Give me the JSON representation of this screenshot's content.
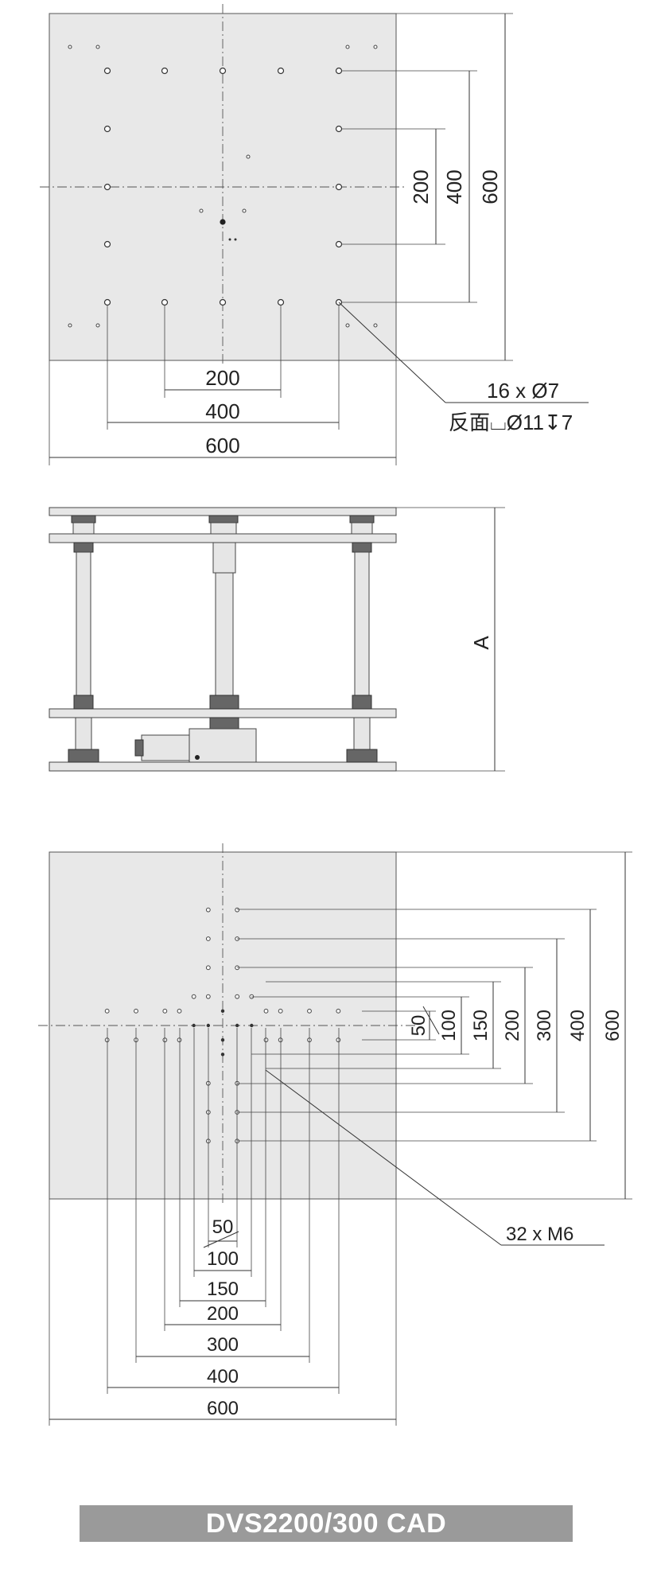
{
  "top_view": {
    "dims_vertical": [
      "200",
      "400",
      "600"
    ],
    "dims_horizontal": [
      "200",
      "400",
      "600"
    ],
    "hole_callout": "16 x Ø7",
    "reverse_callout": "反面⌴Ø11↧7"
  },
  "side_view": {
    "height_label": "A"
  },
  "bottom_view": {
    "dims_vertical": [
      "50",
      "100",
      "150",
      "200",
      "300",
      "400",
      "600"
    ],
    "dims_horizontal": [
      "50",
      "100",
      "150",
      "200",
      "300",
      "400",
      "600"
    ],
    "tap_callout": "32 x M6"
  },
  "title": "DVS2200/300 CAD",
  "colors": {
    "plate_fill": "#e8e8e8",
    "title_bar": "#9a9a9a"
  }
}
